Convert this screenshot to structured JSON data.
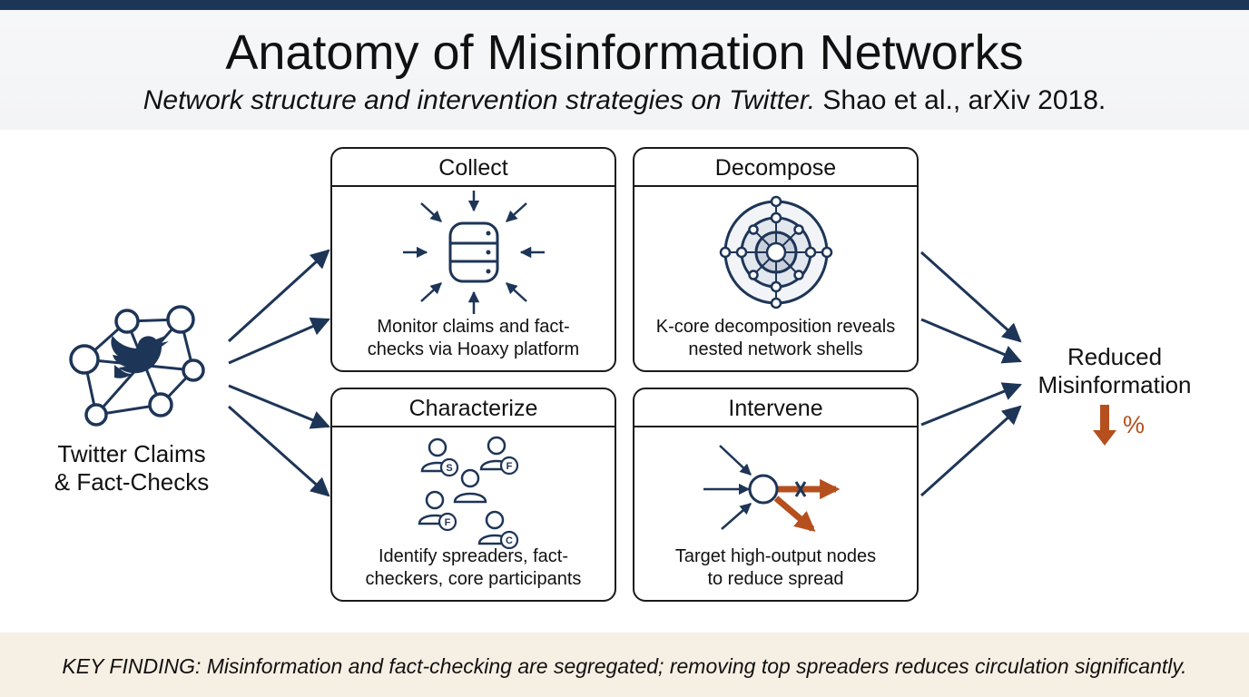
{
  "header": {
    "title": "Anatomy of Misinformation Networks",
    "subtitle_italic": "Network structure and intervention strategies on Twitter.",
    "subtitle_citation": "Shao et al., arXiv 2018."
  },
  "input_node": {
    "label_line1": "Twitter Claims",
    "label_line2": "& Fact-Checks",
    "icon": "twitter-network-icon"
  },
  "panels": [
    {
      "title": "Collect",
      "desc_line1": "Monitor claims and fact-",
      "desc_line2": "checks via Hoaxy platform",
      "icon": "database-inflow-icon"
    },
    {
      "title": "Decompose",
      "desc_line1": "K-core decomposition reveals",
      "desc_line2": "nested network shells",
      "icon": "kcore-shells-icon"
    },
    {
      "title": "Characterize",
      "desc_line1": "Identify spreaders, fact-",
      "desc_line2": "checkers, core participants",
      "icon": "user-group-icon",
      "badges": [
        "S",
        "F",
        "F",
        "C"
      ]
    },
    {
      "title": "Intervene",
      "desc_line1": "Target high-output nodes",
      "desc_line2": "to reduce spread",
      "icon": "node-intervention-icon"
    }
  ],
  "output_node": {
    "label_line1": "Reduced",
    "label_line2": "Misinformation",
    "percent": "%",
    "icon": "down-arrow-icon"
  },
  "footer": {
    "text": "KEY FINDING: Misinformation and fact-checking are segregated; removing top spreaders reduces circulation significantly."
  },
  "colors": {
    "navy": "#1d3557",
    "accent": "#b5501e",
    "footer_bg": "#f6efe3",
    "header_bg": "#f3f4f6"
  }
}
